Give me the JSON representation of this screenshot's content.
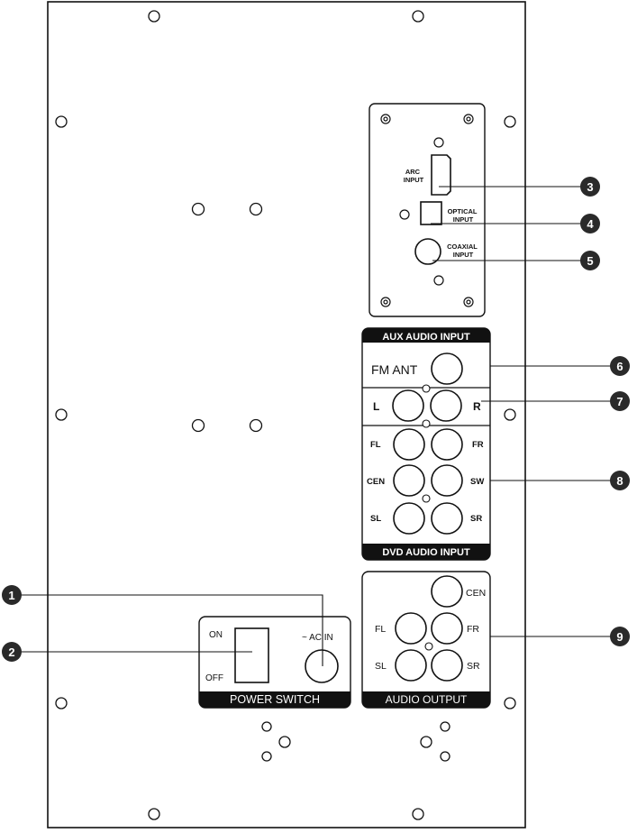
{
  "panel": {
    "arc_input": [
      "ARC",
      "INPUT"
    ],
    "optical_input": [
      "OPTICAL",
      "INPUT"
    ],
    "coaxial_input": [
      "COAXIAL",
      "INPUT"
    ],
    "aux_audio_input": "AUX AUDIO INPUT",
    "fm_ant": "FM ANT",
    "left": "L",
    "right": "R",
    "fl": "FL",
    "fr": "FR",
    "cen": "CEN",
    "sw": "SW",
    "sl": "SL",
    "sr": "SR",
    "dvd_audio_input": "DVD AUDIO INPUT",
    "out_cen": "CEN",
    "out_fl": "FL",
    "out_fr": "FR",
    "out_sl": "SL",
    "out_sr": "SR",
    "audio_output": "AUDIO OUTPUT",
    "on": "ON",
    "off": "OFF",
    "ac_in": "~ AC IN",
    "power_switch": "POWER SWITCH"
  },
  "callouts": [
    "1",
    "2",
    "3",
    "4",
    "5",
    "6",
    "7",
    "8",
    "9"
  ]
}
